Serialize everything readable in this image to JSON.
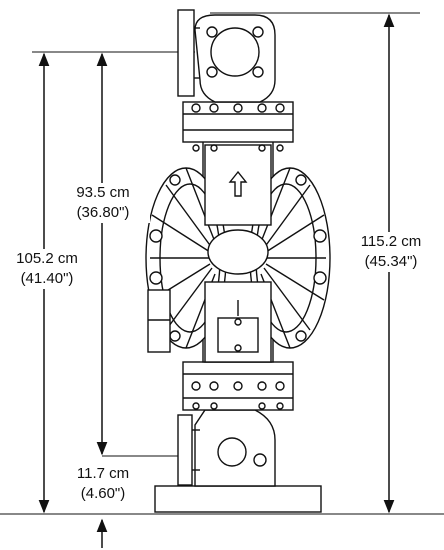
{
  "dimensions": {
    "overall_height": {
      "metric": "115.2 cm",
      "imperial": "(45.34\")"
    },
    "inlet_height": {
      "metric": "105.2 cm",
      "imperial": "(41.40\")"
    },
    "center_height": {
      "metric": "93.5 cm",
      "imperial": "(36.80\")"
    },
    "base_height": {
      "metric": "11.7 cm",
      "imperial": "(4.60\")"
    }
  },
  "colors": {
    "line": "#111111",
    "background": "#ffffff"
  }
}
